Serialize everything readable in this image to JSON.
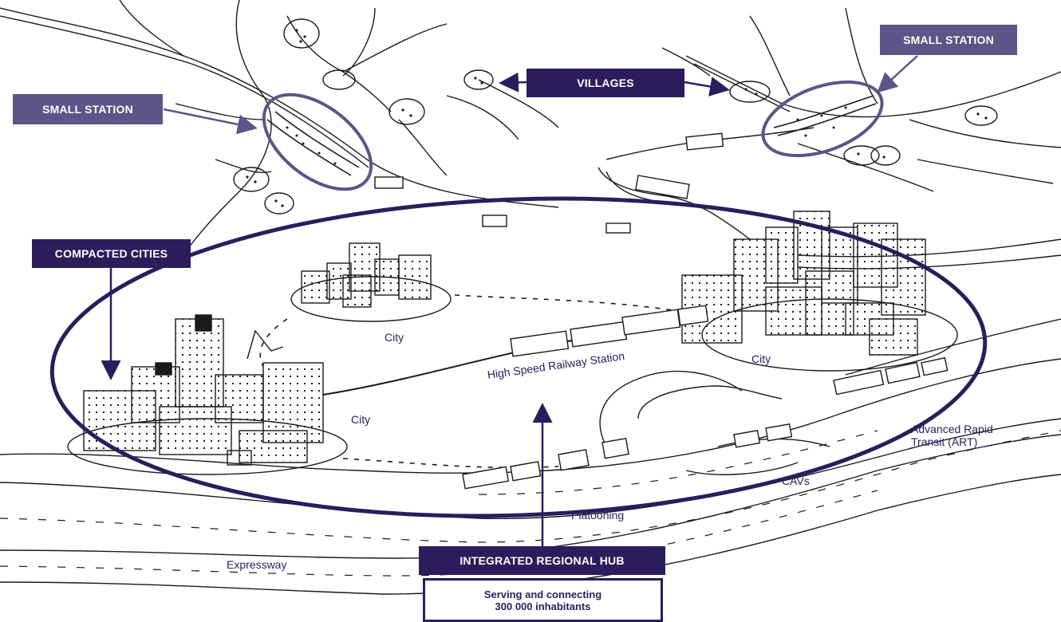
{
  "colors": {
    "accent_dark": "#2b1d5c",
    "accent_light": "#5e5488",
    "sketch": "#1a1a1a"
  },
  "callouts": {
    "small_station_left": "SMALL STATION",
    "small_station_right": "SMALL STATION",
    "villages": "VILLAGES",
    "compacted_cities": "COMPACTED CITIES",
    "regional_hub": "INTEGRATED REGIONAL HUB"
  },
  "hub_info": {
    "line1": "Serving and connecting",
    "line2": "300 000 inhabitants"
  },
  "labels": {
    "city_top": "City",
    "city_left": "City",
    "city_right": "City",
    "railway_station": "High Speed Railway Station",
    "art": "Advanced Rapid\nTransit (ART)",
    "cavs": "CAVs",
    "platooning": "Platooning",
    "expressway": "Expressway"
  }
}
